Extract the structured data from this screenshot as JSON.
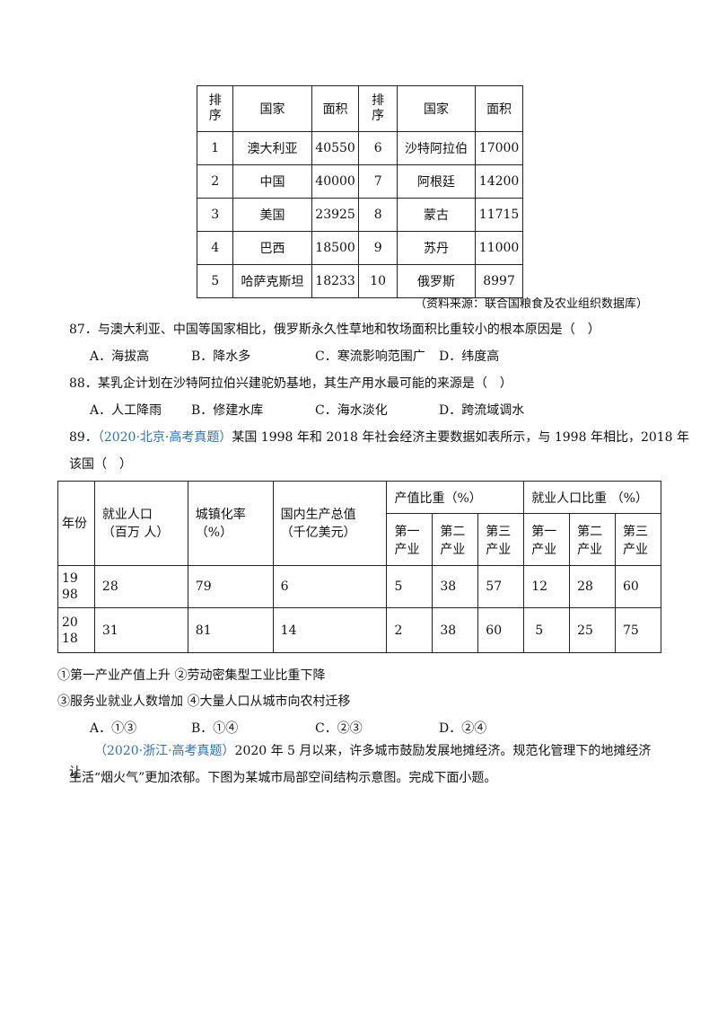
{
  "table1": {
    "headers": [
      "排序",
      "国家",
      "面积",
      "排序",
      "国家",
      "面积"
    ],
    "rows": [
      [
        "1",
        "澳大利亚",
        "40550",
        "6",
        "沙特阿拉伯",
        "17000"
      ],
      [
        "2",
        "中国",
        "40000",
        "7",
        "阿根廷",
        "14200"
      ],
      [
        "3",
        "美国",
        "23925",
        "8",
        "蒙古",
        "11715"
      ],
      [
        "4",
        "巴西",
        "18500",
        "9",
        "苏丹",
        "11000"
      ],
      [
        "5",
        "哈萨克斯坦",
        "18233",
        "10",
        "俄罗斯",
        "8997"
      ]
    ],
    "source": "（资料来源：联合国粮食及农业组织数据库）"
  },
  "q87": {
    "stem": "87．与澳大利亚、中国等国家相比，俄罗斯永久性草地和牧场面积比重较小的根本原因是（　）",
    "options": [
      "A．海拔高",
      "B．降水多",
      "C．寒流影响范围广",
      "D．纬度高"
    ]
  },
  "q88": {
    "stem": "88．某乳企计划在沙特阿拉伯兴建驼奶基地，其生产用水最可能的来源是（　）",
    "options": [
      "A．人工降雨",
      "B．修建水库",
      "C．海水淡化",
      "D．跨流域调水"
    ]
  },
  "q89": {
    "number": "89．",
    "tag": "（2020·北京·高考真题）",
    "stem_line1": "某国 1998 年和 2018 年社会经济主要数据如表所示，与 1998 年相比，2018 年",
    "stem_line2": "该国（　）",
    "table": {
      "h_year": "年份",
      "h_emp": "就业人口（百万 人）",
      "h_urban": "城镇化率（%）",
      "h_gdp": "国内生产总值（千亿美元）",
      "h_output": "产值比重（%）",
      "h_empshare": "就业人口比重 （%）",
      "h_sub": [
        "第一产业",
        "第二产业",
        "第三产业",
        "第一产业",
        "第二产业",
        "第三产业"
      ],
      "rows": [
        [
          "1998",
          "28",
          "79",
          "6",
          "5",
          "38",
          "57",
          "12",
          "28",
          "60"
        ],
        [
          "2018",
          "31",
          "81",
          "14",
          "2",
          "38",
          "60",
          "5",
          "25",
          "75"
        ]
      ]
    },
    "statements": [
      "①第一产业产值上升 ②劳动密集型工业比重下降",
      "③服务业就业人数增加 ④大量人口从城市向农村迁移"
    ],
    "options": [
      "A．①③",
      "B．①④",
      "C．②③",
      "D．②④"
    ]
  },
  "passage": {
    "tag": "（2020·浙江·高考真题）",
    "line1": "2020 年 5 月以来，许多城市鼓励发展地摊经济。规范化管理下的地摊经济让",
    "line2": "生活“烟火气”更加浓郁。下图为某城市局部空间结构示意图。完成下面小题。"
  },
  "colors": {
    "tag": "#2e6fb8",
    "text": "#111111"
  }
}
